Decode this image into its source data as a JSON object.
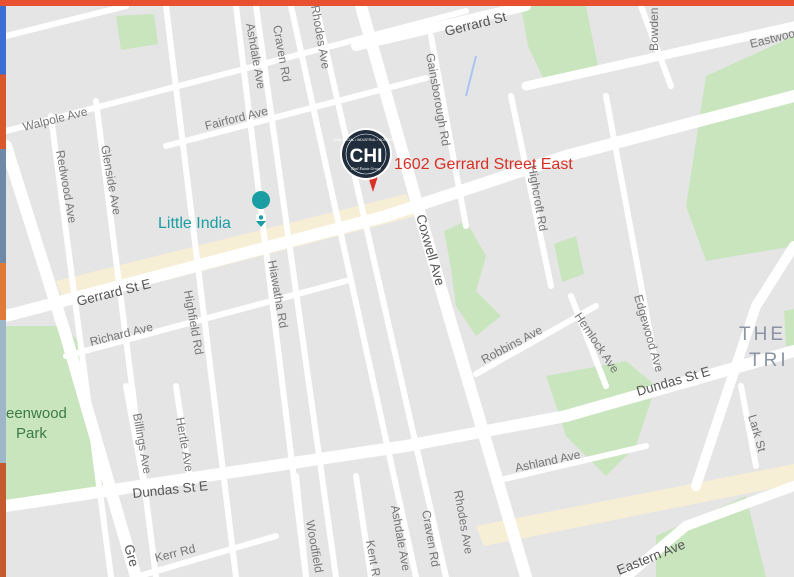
{
  "colors": {
    "top_bar": "#e8502f",
    "map_bg": "#e5e5e5",
    "road": "#ffffff",
    "park": "#c8e5bd",
    "highlight_strip": "#f7eed6",
    "marker": "#d93025",
    "poi_teal": "#1a9ea4",
    "logo_dark": "#1f2d3d"
  },
  "streets": {
    "gerrard_st_top": "Gerrard St",
    "eastwood": "Eastwood",
    "bowden_ave": "Bowden Ave",
    "rhodes_ave_top": "Rhodes Ave",
    "craven_rd_top": "Craven Rd",
    "ashdale_ave_top": "Ashdale Ave",
    "walpole_ave": "Walpole Ave",
    "fairford_ave": "Fairford Ave",
    "gainsborough_rd": "Gainsborough Rd",
    "redwood_ave": "Redwood Ave",
    "glenside_ave": "Glenside Ave",
    "highcroft_rd": "Highcroft Rd",
    "coxwell_ave": "Coxwell Ave",
    "gerrard_st_e": "Gerrard St E",
    "highfield_rd": "Highfield Rd",
    "hiawatha_rd": "Hiawatha Rd",
    "richard_ave": "Richard Ave",
    "edgewood_ave": "Edgewood Ave",
    "hemlock_ave": "Hemlock Ave",
    "robbins_ave": "Robbins Ave",
    "dundas_st_e_east": "Dundas St E",
    "dundas_st_e_west": "Dundas St E",
    "billings_ave": "Billings Ave",
    "hertle_ave": "Hertle Ave",
    "ashland_ave": "Ashland Ave",
    "lark_st": "Lark St",
    "rhodes_ave_bottom": "Rhodes Ave",
    "craven_rd_bottom": "Craven Rd",
    "ashdale_ave_bottom": "Ashdale Ave",
    "kent_rd": "Kent R",
    "woodfield": "Woodfield",
    "kerr_rd": "Kerr Rd",
    "eastern_ave": "Eastern Ave",
    "greenwood_partial": "Gre"
  },
  "parks": {
    "greenwood_line1": "eenwood",
    "greenwood_line2": "Park"
  },
  "area": {
    "line1": "THE",
    "line2": "TRI"
  },
  "poi": {
    "name": "Little India",
    "icon": "camera-icon"
  },
  "marker": {
    "address": "1602 Gerrard Street East",
    "logo_text": "CHI",
    "logo_top": "COMMERCIAL • INDUSTRIAL • HOSPITALITY",
    "logo_bottom": "Real Estate Group"
  }
}
